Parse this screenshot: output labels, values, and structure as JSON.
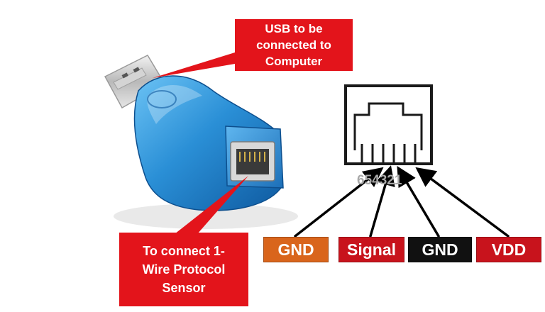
{
  "callouts": {
    "usb": "USB to be connected to Computer",
    "sensor": "To connect 1-Wire Protocol Sensor"
  },
  "jack": {
    "pin_numbers": "654321"
  },
  "pin_labels": {
    "gnd_left": "GND",
    "signal": "Signal",
    "gnd_right": "GND",
    "vdd": "VDD"
  },
  "colors": {
    "callout_red": "#e3141b",
    "gnd_orange": "#d9651c",
    "signal_red": "#c8131c",
    "gnd_black": "#111111",
    "vdd_red": "#c8131c",
    "adapter_blue": "#2a8fd6"
  }
}
